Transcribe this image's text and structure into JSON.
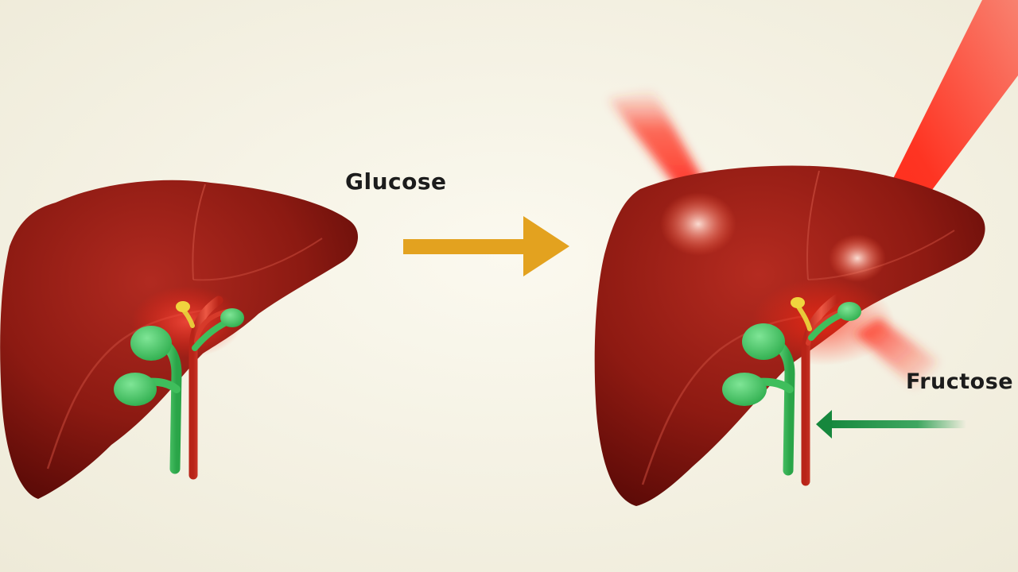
{
  "labels": {
    "glucose": "Glucose",
    "fructose": "Fructose"
  },
  "colors": {
    "background": "#f6f3e6",
    "liver": "#9b1e15",
    "liver_dark": "#5e0b08",
    "gallbladder_ducts": "#3fbe5c",
    "artery": "#d63a2a",
    "yellow_duct": "#e8c93a",
    "glucose_arrow": "#e3a21f",
    "fructose_arrow": "#1f9a4a",
    "highlight_red": "#ff2a1a"
  },
  "icons": {
    "left_liver": "healthy-liver-illustration",
    "right_liver": "stressed-liver-illustration",
    "glucose_arrow": "arrow-right",
    "fructose_arrow": "arrow-left"
  }
}
